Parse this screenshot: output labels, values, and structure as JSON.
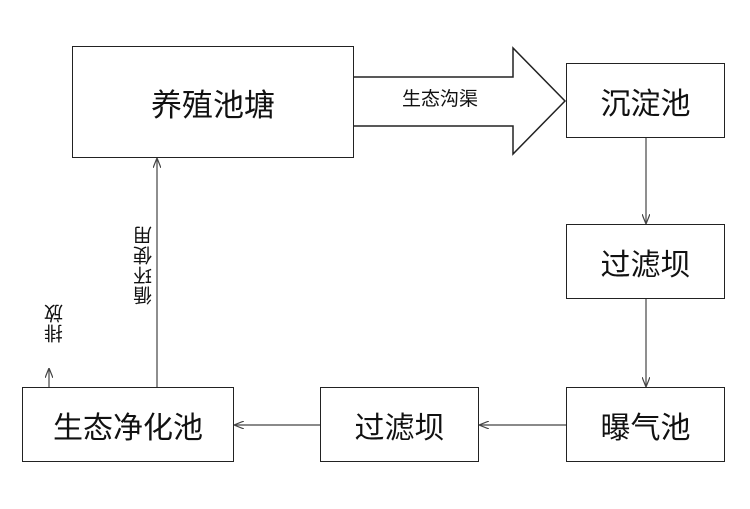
{
  "nodes": {
    "pond": "养殖池塘",
    "settling": "沉淀池",
    "filter_dam_1": "过滤坝",
    "aeration": "曝气池",
    "filter_dam_2": "过滤坝",
    "eco_purification": "生态净化池"
  },
  "edges": {
    "pond_to_settling": "生态沟渠",
    "eco_to_pond": "循环使用",
    "eco_discharge": "排放"
  },
  "colors": {
    "line": "#222222",
    "thin_line": "#444444",
    "background": "#ffffff"
  }
}
